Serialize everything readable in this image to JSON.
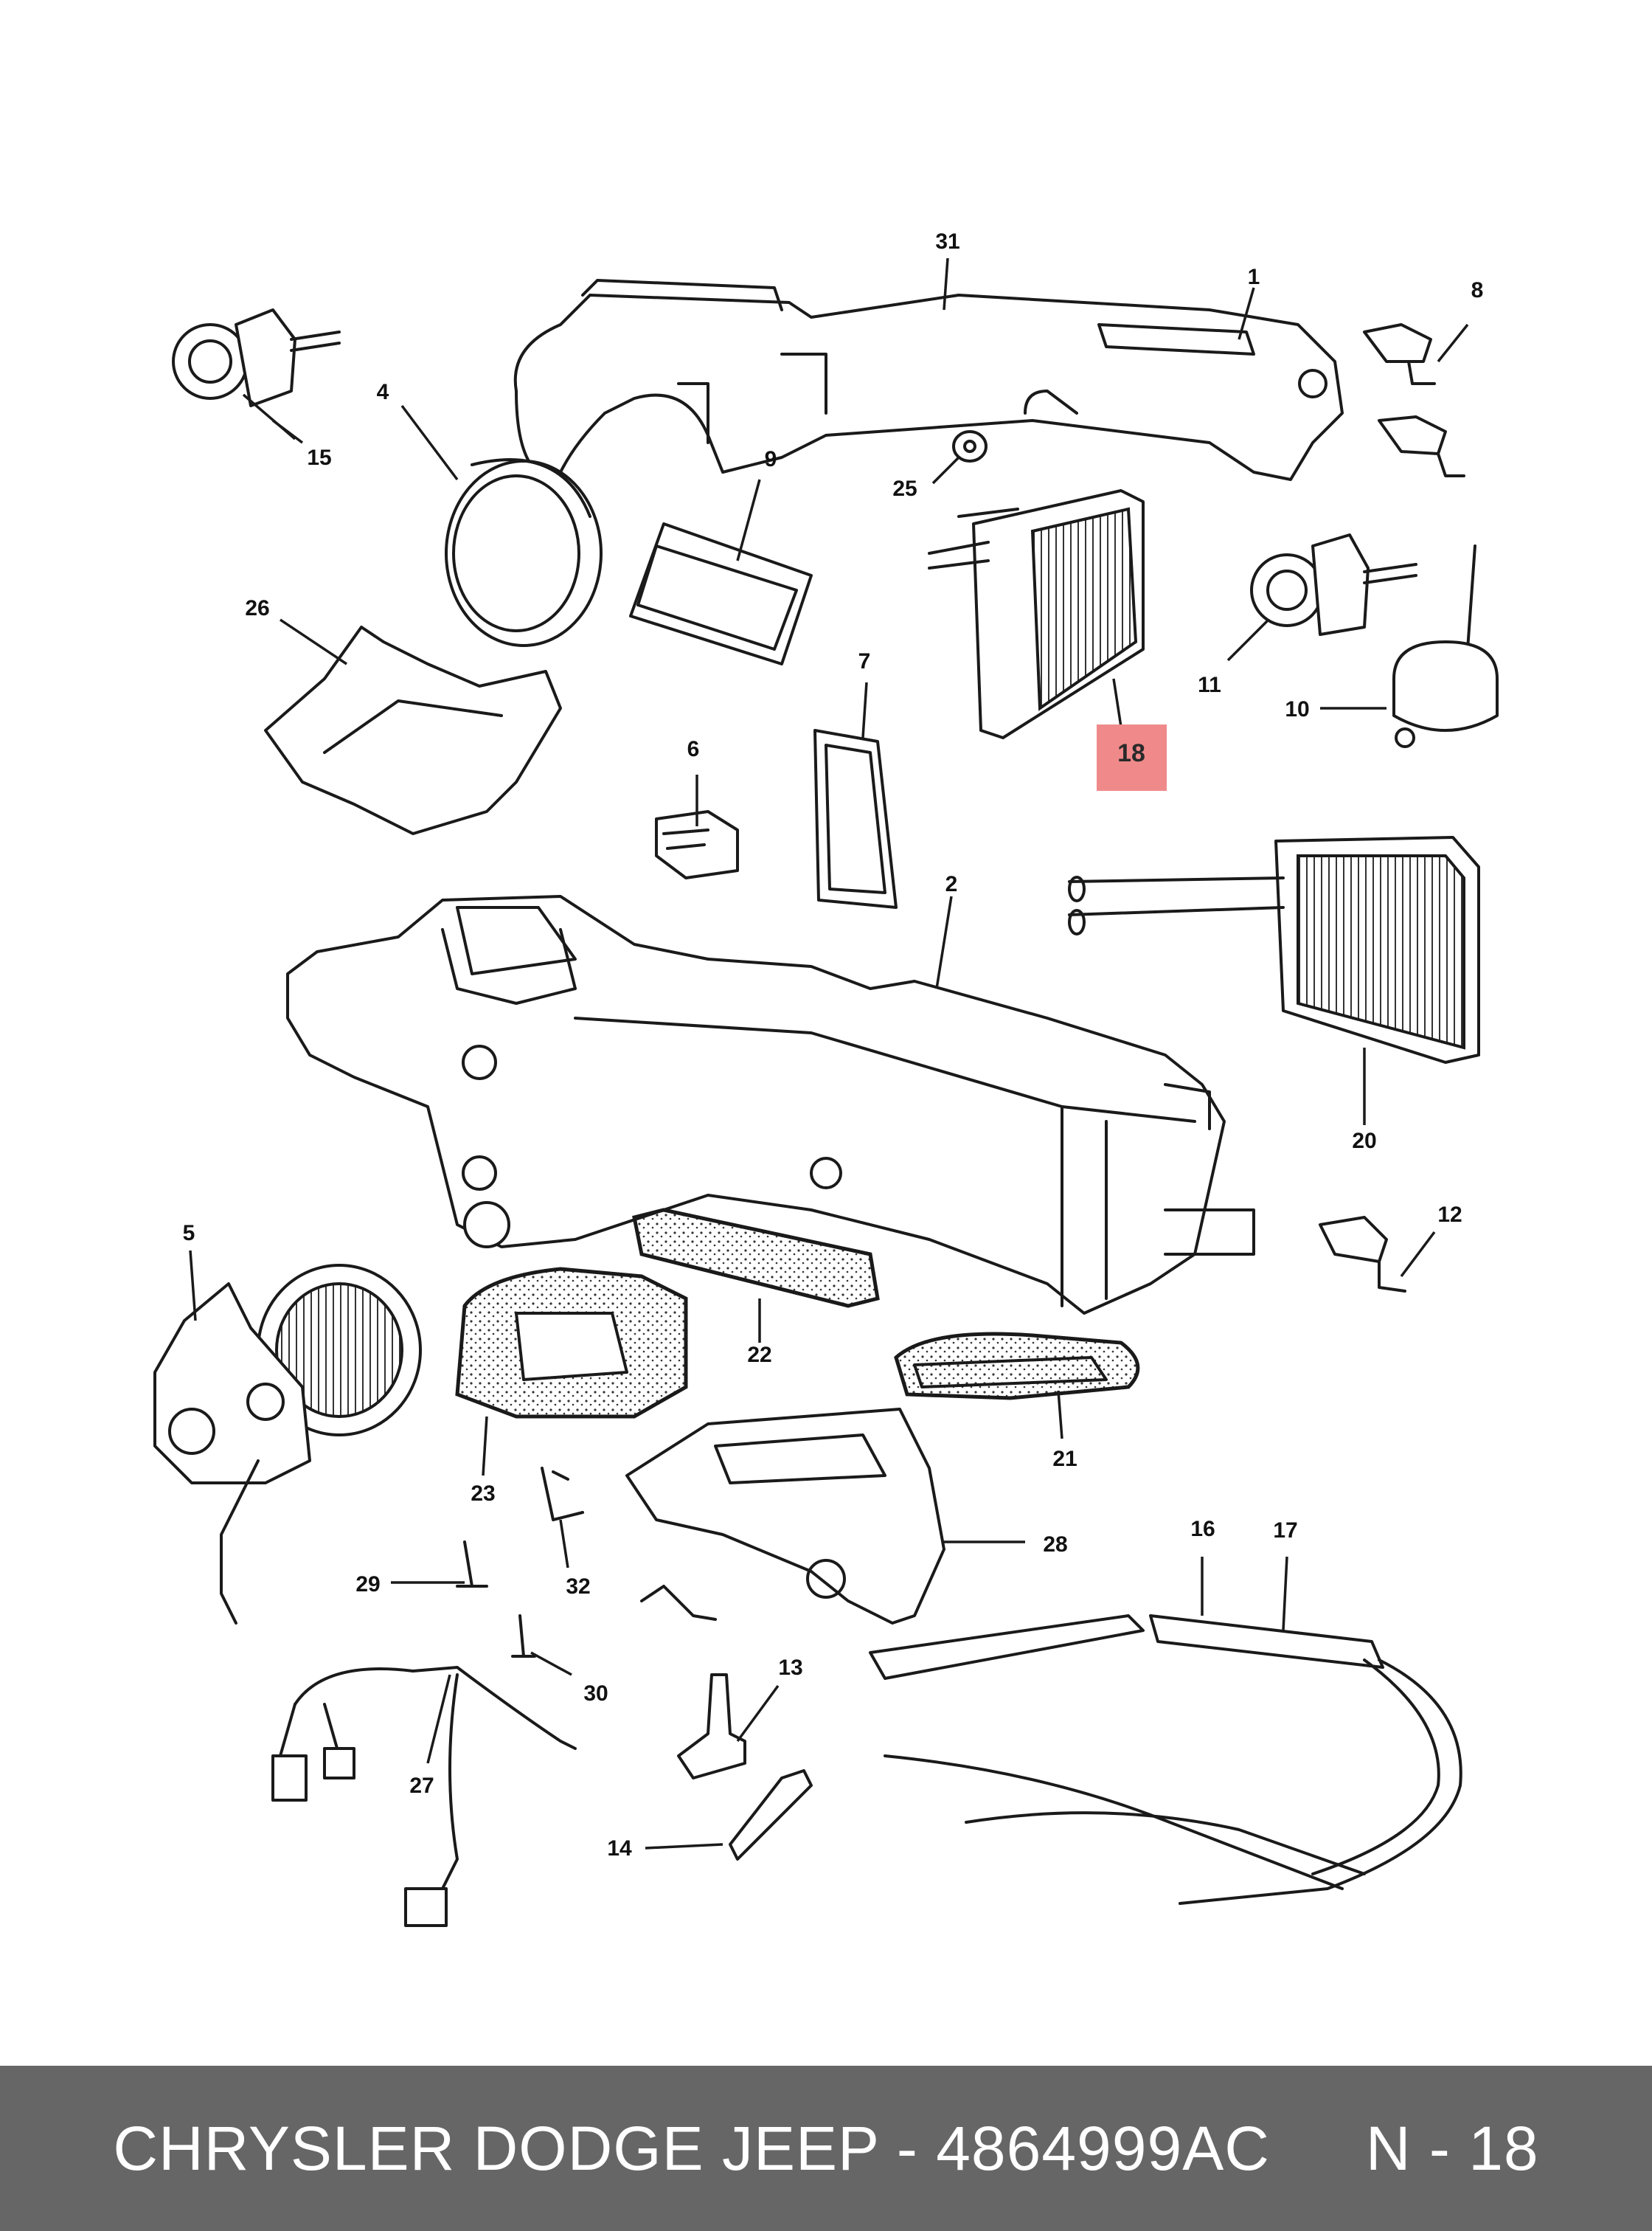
{
  "callouts": {
    "c1": "1",
    "c2": "2",
    "c4": "4",
    "c5": "5",
    "c6": "6",
    "c7": "7",
    "c8": "8",
    "c9": "9",
    "c10": "10",
    "c11": "11",
    "c12": "12",
    "c13": "13",
    "c14": "14",
    "c15": "15",
    "c16": "16",
    "c17": "17",
    "c18": "18",
    "c20": "20",
    "c21": "21",
    "c22": "22",
    "c23": "23",
    "c25": "25",
    "c26": "26",
    "c27": "27",
    "c28": "28",
    "c29": "29",
    "c30": "30",
    "c31": "31",
    "c32": "32"
  },
  "highlight": {
    "part": "18",
    "color": "#f08a8a"
  },
  "footer": {
    "brand_part": "CHRYSLER DODGE JEEP - 4864999AC",
    "ref": "N - 18",
    "background": "#666666"
  }
}
